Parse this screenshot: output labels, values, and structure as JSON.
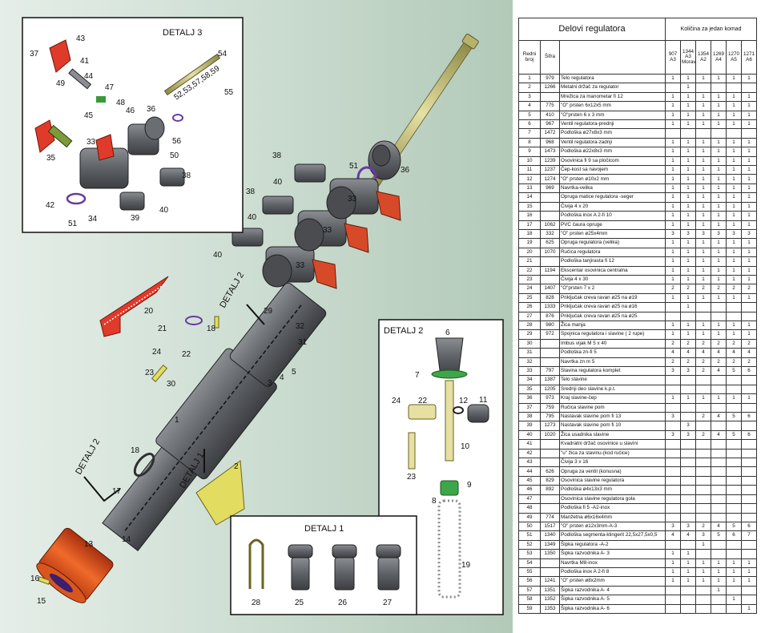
{
  "diagram": {
    "detail3": "DETALJ 3",
    "detail2": "DETALJ 2",
    "detail1": "DETALJ 1",
    "detail2_arrow_upper": "DETALJ 2",
    "detail2_arrow_lower": "DETALJ 2",
    "detail1_arrow": "DETALJ 1",
    "detail3_range_label": "52,53,57,58,59",
    "callouts_main": [
      "1",
      "2",
      "3",
      "4",
      "5",
      "13",
      "14",
      "15",
      "16",
      "17",
      "18",
      "18",
      "20",
      "21",
      "22",
      "23",
      "24",
      "29",
      "30",
      "31",
      "32",
      "33",
      "33",
      "33",
      "36",
      "38",
      "38",
      "38",
      "40",
      "40",
      "40",
      "51"
    ],
    "callouts_detail3": [
      "43",
      "37",
      "41",
      "49",
      "44",
      "47",
      "48",
      "45",
      "46",
      "54",
      "55",
      "36",
      "56",
      "35",
      "33",
      "50",
      "38",
      "42",
      "34",
      "51",
      "39",
      "40"
    ],
    "callouts_detail2": [
      "6",
      "7",
      "24",
      "22",
      "12",
      "11",
      "10",
      "23",
      "9",
      "8",
      "19"
    ],
    "callouts_detail1": [
      "28",
      "25",
      "26",
      "27"
    ]
  },
  "table": {
    "title": "Delovi regulatora",
    "qty_title": "Količina za jedan komad",
    "col_no": "Redni broj",
    "col_code": "Šifra",
    "models": [
      "907 A3",
      "1344 A3 Morava",
      "1354 A2",
      "1269 A4",
      "1270 A5",
      "1271 A6"
    ],
    "rows": [
      [
        "1",
        "979",
        "Telo regulatora",
        "1",
        "1",
        "1",
        "1",
        "1",
        "1"
      ],
      [
        "2",
        "1266",
        "Metalni držač za regulator",
        "",
        "1",
        "",
        "",
        "",
        ""
      ],
      [
        "3",
        "",
        "Mrežica za manometar fi 12",
        "1",
        "1",
        "1",
        "1",
        "1",
        "1"
      ],
      [
        "4",
        "775",
        "\"O\" prsten 6x12x5 mm",
        "1",
        "1",
        "1",
        "1",
        "1",
        "1"
      ],
      [
        "5",
        "410",
        "\"O\"prsten 6 x 3 mm",
        "1",
        "1",
        "1",
        "1",
        "1",
        "1"
      ],
      [
        "6",
        "967",
        "Ventil regulatora-prednji",
        "1",
        "1",
        "1",
        "1",
        "1",
        "1"
      ],
      [
        "7",
        "1472",
        "Podloška ø27x8x3 mm",
        "",
        "",
        "",
        "",
        "",
        ""
      ],
      [
        "8",
        "968",
        "Ventil regulatora-zadnji",
        "1",
        "1",
        "1",
        "1",
        "1",
        "1"
      ],
      [
        "9",
        "1473",
        "Podloška ø22x8x3 mm",
        "1",
        "1",
        "1",
        "1",
        "1",
        "1"
      ],
      [
        "10",
        "1239",
        "Osovinica fi 9 sa pločicom",
        "1",
        "1",
        "1",
        "1",
        "1",
        "1"
      ],
      [
        "11",
        "1237",
        "Čep-kost sa navojem",
        "1",
        "1",
        "1",
        "1",
        "1",
        "1"
      ],
      [
        "12",
        "1274",
        "\"O\" prsten ø10x2 mm",
        "1",
        "1",
        "1",
        "1",
        "1",
        "1"
      ],
      [
        "13",
        "969",
        "Navrtka-velika",
        "1",
        "1",
        "1",
        "1",
        "1",
        "1"
      ],
      [
        "14",
        "",
        "Opruga matice regulatora -seger",
        "1",
        "1",
        "1",
        "1",
        "1",
        "1"
      ],
      [
        "15",
        "",
        "Čivija 4 x 20",
        "1",
        "1",
        "1",
        "1",
        "1",
        "1"
      ],
      [
        "16",
        "",
        "Podloška inox A 2-fi 10",
        "1",
        "1",
        "1",
        "1",
        "1",
        "1"
      ],
      [
        "17",
        "1062",
        "PVC čaura opruge",
        "1",
        "1",
        "1",
        "1",
        "1",
        "1"
      ],
      [
        "18",
        "332",
        "\"O\" prsten ø25x4mm",
        "3",
        "3",
        "3",
        "3",
        "3",
        "3"
      ],
      [
        "19",
        "625",
        "Opruga regulatora (velika)",
        "1",
        "1",
        "1",
        "1",
        "1",
        "1"
      ],
      [
        "20",
        "1070",
        "Ručica regulatora",
        "1",
        "1",
        "1",
        "1",
        "1",
        "1"
      ],
      [
        "21",
        "",
        "Podloška tanjirasta fi 12",
        "1",
        "1",
        "1",
        "1",
        "1",
        "1"
      ],
      [
        "22",
        "1194",
        "Ekscentar osovinica centralna",
        "1",
        "1",
        "1",
        "1",
        "1",
        "1"
      ],
      [
        "23",
        "",
        "Čivija 4 x 30",
        "1",
        "1",
        "1",
        "1",
        "1",
        "1"
      ],
      [
        "24",
        "1407",
        "\"O\"prsten 7 x 2",
        "2",
        "2",
        "2",
        "2",
        "2",
        "2"
      ],
      [
        "25",
        "828",
        "Priključak creva ravan ø25 na ø19",
        "1",
        "1",
        "1",
        "1",
        "1",
        "1"
      ],
      [
        "26",
        "1333",
        "Priključak creva ravan ø25 na ø16",
        "",
        "1",
        "",
        "",
        "",
        ""
      ],
      [
        "27",
        "876",
        "Priključak creva ravan ø25 na ø25",
        "",
        "",
        "",
        "",
        "",
        ""
      ],
      [
        "28",
        "980",
        "Žica manja",
        "1",
        "1",
        "1",
        "1",
        "1",
        "1"
      ],
      [
        "29",
        "972",
        "Spojnica regulatora i slavine ( 2 rupe)",
        "1",
        "1",
        "1",
        "1",
        "1",
        "1"
      ],
      [
        "30",
        "",
        "Imbus vijak M 5 x 40",
        "2",
        "2",
        "2",
        "2",
        "2",
        "2"
      ],
      [
        "31",
        "",
        "Podloška zn-fi 5",
        "4",
        "4",
        "4",
        "4",
        "4",
        "4"
      ],
      [
        "32",
        "",
        "Navrtka zn m 5",
        "2",
        "2",
        "2",
        "2",
        "2",
        "2"
      ],
      [
        "33",
        "797",
        "Slavina regulatora komplet",
        "3",
        "3",
        "2",
        "4",
        "5",
        "6"
      ],
      [
        "34",
        "1387",
        "Telo slavine",
        "",
        "",
        "",
        "",
        "",
        ""
      ],
      [
        "35",
        "1205",
        "Srednji deo slavine k.p.t.",
        "",
        "",
        "",
        "",
        "",
        ""
      ],
      [
        "36",
        "973",
        "Kraj slavine-čep",
        "1",
        "1",
        "1",
        "1",
        "1",
        "1"
      ],
      [
        "37",
        "759",
        "Ručica slavine pom",
        "",
        "",
        "",
        "",
        "",
        ""
      ],
      [
        "38",
        "795",
        "Nastavak slavine pom fi 13",
        "3",
        "",
        "2",
        "4",
        "5",
        "6"
      ],
      [
        "39",
        "1273",
        "Nastavak slavine pom fi 10",
        "",
        "3",
        "",
        "",
        "",
        ""
      ],
      [
        "40",
        "1020",
        "Žica usadnika slavine",
        "3",
        "3",
        "2",
        "4",
        "5",
        "6"
      ],
      [
        "41",
        "",
        "Kvadratni držač osovinice u slavini",
        "",
        "",
        "",
        "",
        "",
        ""
      ],
      [
        "42",
        "",
        "\"u\" žica za slavinu-(kod ručice)",
        "",
        "",
        "",
        "",
        "",
        ""
      ],
      [
        "43",
        "",
        "Čivija 3 x 16",
        "",
        "",
        "",
        "",
        "",
        ""
      ],
      [
        "44",
        "626",
        "Opruga za ventil (konusna)",
        "",
        "",
        "",
        "",
        "",
        ""
      ],
      [
        "45",
        "829",
        "Osovinica slavine regulatora",
        "",
        "",
        "",
        "",
        "",
        ""
      ],
      [
        "46",
        "892",
        "Podloška ø4x13x3 mm",
        "",
        "",
        "",
        "",
        "",
        ""
      ],
      [
        "47",
        "",
        "Osovinica slavine regulatora gola",
        "",
        "",
        "",
        "",
        "",
        ""
      ],
      [
        "48",
        "",
        "Podloška fi 5 -A2-inox",
        "",
        "",
        "",
        "",
        "",
        ""
      ],
      [
        "49",
        "774",
        "Manžetna ø6x16x4mm",
        "",
        "",
        "",
        "",
        "",
        ""
      ],
      [
        "50",
        "1517",
        "\"O\" prsten ø12x3mm-A-3",
        "3",
        "3",
        "2",
        "4",
        "5",
        "6"
      ],
      [
        "51",
        "1340",
        "Podloška segmenta-klingerit 22,5x27,5x0,5",
        "4",
        "4",
        "3",
        "5",
        "6",
        "7"
      ],
      [
        "52",
        "1349",
        "Šipka regulatora -A-2",
        "",
        "",
        "1",
        "",
        "",
        ""
      ],
      [
        "53",
        "1350",
        "Šipka razvodnika A- 3",
        "1",
        "1",
        "",
        "",
        "",
        ""
      ],
      [
        "54",
        "",
        "Navrtka M8-inox",
        "1",
        "1",
        "1",
        "1",
        "1",
        "1"
      ],
      [
        "55",
        "",
        "Podloška inox A 2-fi 8",
        "1",
        "1",
        "1",
        "1",
        "1",
        "1"
      ],
      [
        "56",
        "1241",
        "\"O\" prsten ø8x2mm",
        "1",
        "1",
        "1",
        "1",
        "1",
        "1"
      ],
      [
        "57",
        "1351",
        "Šipka razvodnika A- 4",
        "",
        "",
        "",
        "1",
        "",
        ""
      ],
      [
        "58",
        "1352",
        "Šipka razvodnika A- 5",
        "",
        "",
        "",
        "",
        "1",
        ""
      ],
      [
        "59",
        "1353",
        "Šipka razvodnika A- 6",
        "",
        "",
        "",
        "",
        "",
        "1"
      ]
    ]
  }
}
